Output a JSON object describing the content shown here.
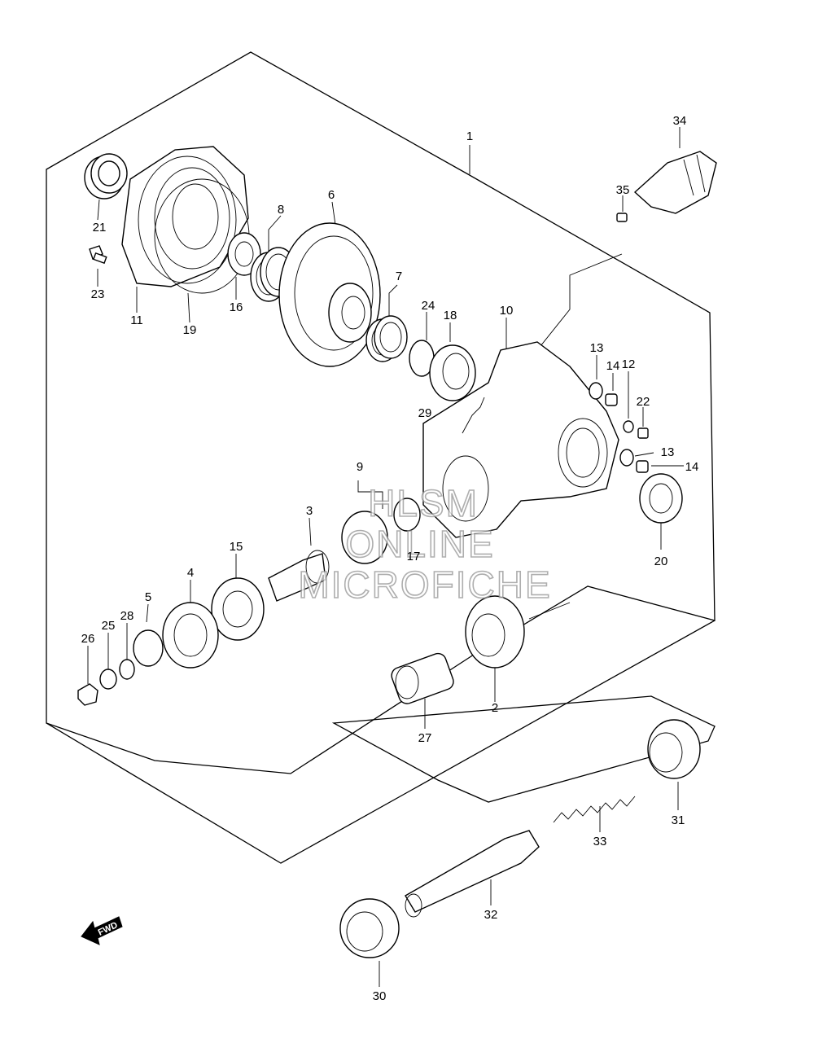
{
  "diagram": {
    "type": "exploded parts diagram",
    "colors": {
      "line": "#000000",
      "background": "#ffffff",
      "watermark": "#9a9a9a"
    },
    "callouts": {
      "p1": "1",
      "p2": "2",
      "p3": "3",
      "p4": "4",
      "p5": "5",
      "p6": "6",
      "p7": "7",
      "p8": "8",
      "p9": "9",
      "p10": "10",
      "p11": "11",
      "p12": "12",
      "p13a": "13",
      "p13b": "13",
      "p14a": "14",
      "p14b": "14",
      "p15": "15",
      "p16": "16",
      "p17": "17",
      "p18": "18",
      "p19": "19",
      "p20": "20",
      "p21": "21",
      "p22": "22",
      "p23": "23",
      "p24": "24",
      "p25": "25",
      "p26": "26",
      "p27": "27",
      "p28": "28",
      "p29": "29",
      "p30": "30",
      "p31": "31",
      "p32": "32",
      "p33": "33",
      "p34": "34",
      "p35": "35"
    },
    "watermark": {
      "line1": "HLSM",
      "line2": "ONLINE",
      "line3": "MICROFICHE"
    },
    "fwd_arrow": {
      "label": "FWD",
      "icon": "forward-arrow-icon"
    }
  }
}
